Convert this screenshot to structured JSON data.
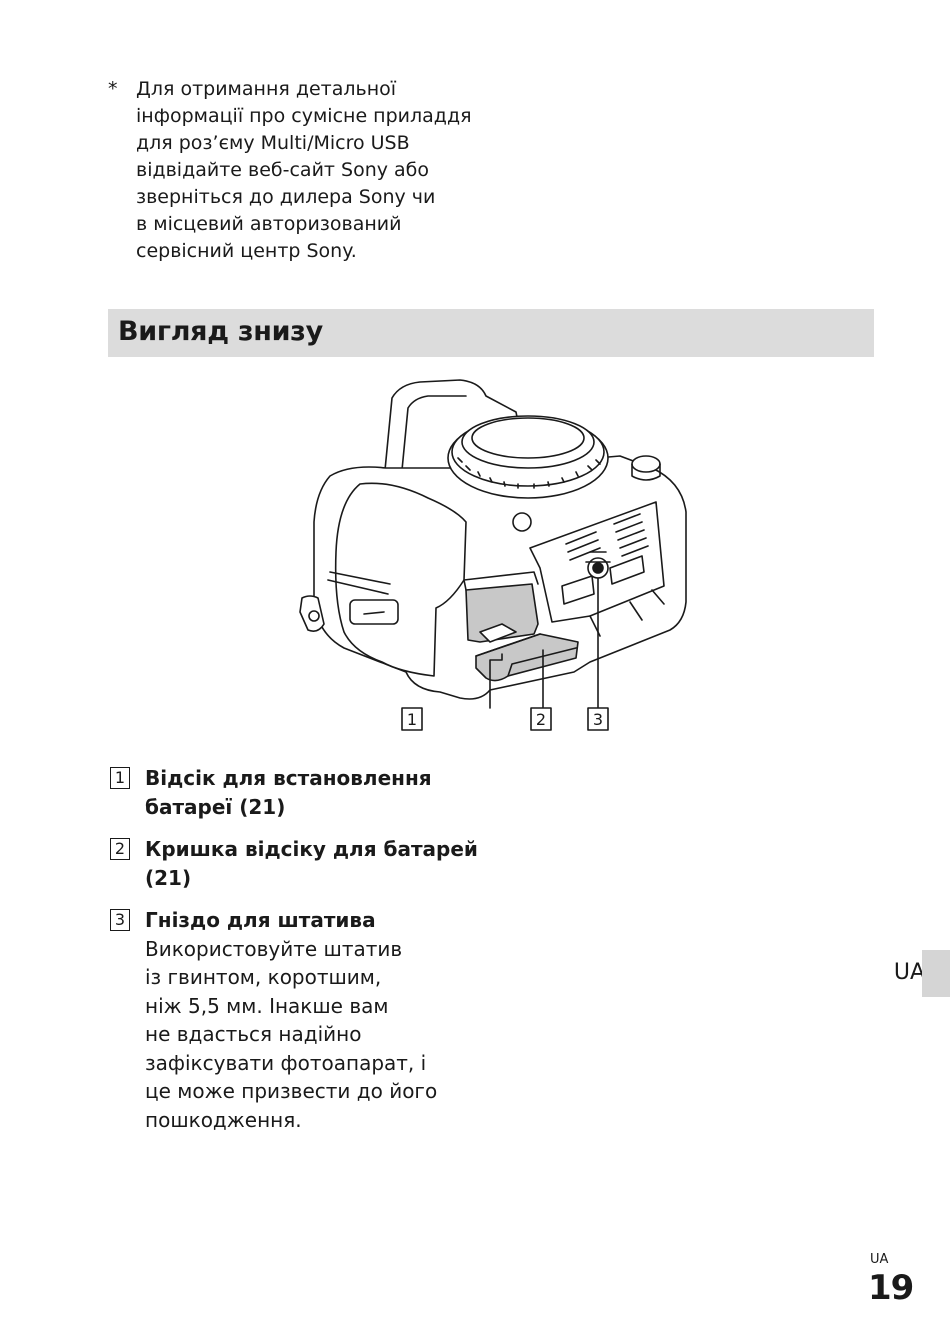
{
  "note": {
    "marker": "*",
    "lines": [
      "Для отримання детальної",
      "інформації про сумісне приладдя",
      "для роз’єму Multi/Micro USB",
      "відвідайте веб-сайт Sony або",
      "зверніться до дилера Sony чи",
      "в місцевий авторизований",
      "сервісний центр Sony."
    ]
  },
  "section": {
    "title": "Вигляд знизу"
  },
  "figure": {
    "callouts": [
      "1",
      "2",
      "3"
    ]
  },
  "items": [
    {
      "num": "1",
      "title_lines": [
        "Відсік для встановлення",
        "батареї (21)"
      ],
      "desc_lines": []
    },
    {
      "num": "2",
      "title_lines": [
        "Кришка відсіку для батарей",
        "(21)"
      ],
      "desc_lines": []
    },
    {
      "num": "3",
      "title_lines": [
        "Гніздо для штатива"
      ],
      "desc_lines": [
        "Використовуйте штатив",
        "із гвинтом, коротшим,",
        "ніж 5,5 мм. Інакше вам",
        "не вдасться надійно",
        "зафіксувати фотоапарат, і",
        "це може призвести до його",
        "пошкодження."
      ]
    }
  ],
  "side_tab": {
    "label": "UA",
    "color": "#d5d5d5"
  },
  "page": {
    "lang": "UA",
    "number": "19"
  }
}
